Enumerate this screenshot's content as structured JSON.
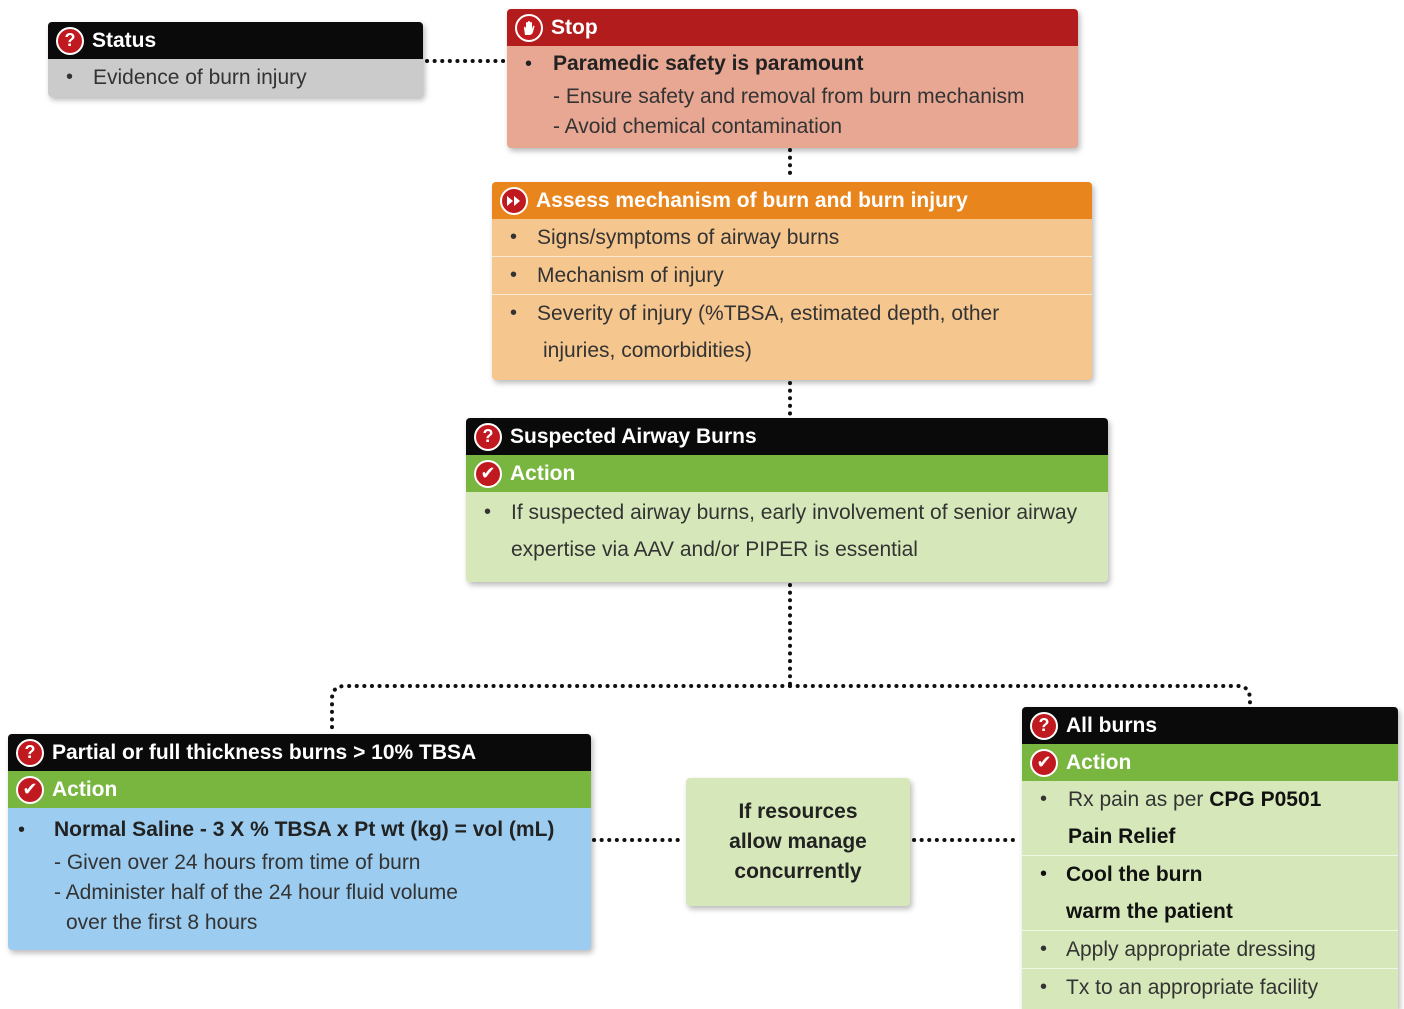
{
  "colors": {
    "black_header": "#0a0a0a",
    "red_header": "#b31c1c",
    "stop_body": "#e8a792",
    "orange_header": "#e8851c",
    "orange_body": "#f6c68f",
    "green_header": "#79b640",
    "green_body": "#d6e8b9",
    "blue_body": "#9ccdf0",
    "grey_body": "#cbcbcb",
    "icon_red": "#c0191f"
  },
  "status": {
    "title": "Status",
    "items": [
      "Evidence of burn injury"
    ]
  },
  "stop": {
    "title": "Stop",
    "main": "Paramedic safety is paramount",
    "subs": [
      "Ensure safety and removal from burn mechanism",
      "Avoid chemical contamination"
    ]
  },
  "assess": {
    "title": "Assess mechanism of burn and burn injury",
    "items": [
      "Signs/symptoms of airway burns",
      "Mechanism of injury",
      "Severity of injury (%TBSA, estimated depth, other",
      "injuries, comorbidities)"
    ]
  },
  "airway": {
    "title": "Suspected Airway Burns",
    "action": "Action",
    "lines": [
      "If suspected airway burns, early involvement of senior airway",
      "expertise via AAV and/or PIPER is essential"
    ]
  },
  "partial": {
    "title": "Partial or full thickness burns > 10% TBSA",
    "action": "Action",
    "main": "Normal Saline - 3 X % TBSA x Pt wt (kg) = vol (mL)",
    "subs": [
      "Given over 24 hours from time of burn",
      "Administer half of the 24 hour fluid volume",
      "over the first 8 hours"
    ]
  },
  "resources": {
    "lines": [
      "If resources",
      "allow manage",
      "concurrently"
    ]
  },
  "allburns": {
    "title": "All burns",
    "action": "Action",
    "rx_prefix": "Rx pain as per ",
    "rx_bold": "CPG P0501",
    "rx_line2": "Pain Relief",
    "cool": "Cool the burn",
    "warm": "warm the patient",
    "dressing": "Apply appropriate dressing",
    "tx": "Tx to an appropriate facility"
  }
}
